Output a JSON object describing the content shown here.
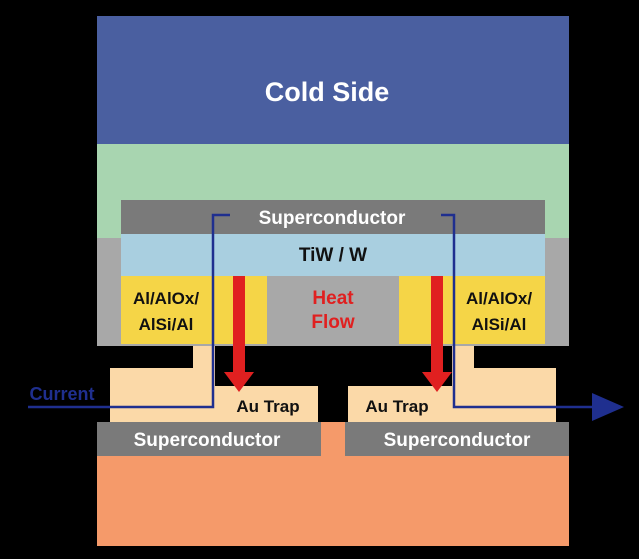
{
  "labels": {
    "cold_side": "Cold Side",
    "superconductor_top": "Superconductor",
    "tiw_w": "TiW / W",
    "al_left_line1": "Al/AlOx/",
    "al_left_line2": "AlSi/Al",
    "al_right_line1": "Al/AlOx/",
    "al_right_line2": "AlSi/Al",
    "heat_line1": "Heat",
    "heat_line2": "Flow",
    "current": "Current",
    "au_trap_left": "Au Trap",
    "au_trap_right": "Au Trap",
    "superconductor_bottom_left": "Superconductor",
    "superconductor_bottom_right": "Superconductor"
  },
  "colors": {
    "background": "#000000",
    "cold_side": "#4a5fa0",
    "green_layer": "#a8d5b0",
    "superconductor": "#7a7a7a",
    "tiw": "#a9cfe0",
    "gray_layer": "#a8a8a8",
    "al_junction": "#f5d547",
    "trap": "#fbd9a8",
    "substrate": "#f59a6a",
    "heat_arrow": "#e02020",
    "heat_text": "#e02020",
    "current_line": "#1f2f8f",
    "text_light": "#ffffff",
    "text_dark": "#111111"
  }
}
